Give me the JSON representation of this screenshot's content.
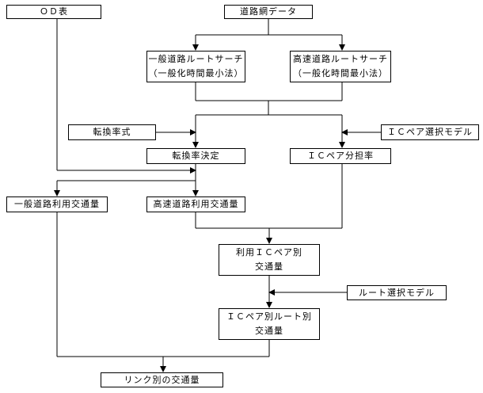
{
  "nodes": {
    "od_table": "ＯＤ表",
    "road_network": "道路網データ",
    "general_search_l1": "一般道路ルートサーチ",
    "general_search_l2": "（一般化時間最小法）",
    "highway_search_l1": "高速道路ルートサーチ",
    "highway_search_l2": "（一般化時間最小法）",
    "conversion_formula": "転換率式",
    "ic_pair_model": "ＩＣペア選択モデル",
    "conversion_decision": "転換率決定",
    "ic_pair_share": "ＩＣペア分担率",
    "general_traffic": "一般道路利用交通量",
    "highway_traffic": "高速道路利用交通量",
    "ic_pair_traffic_l1": "利用ＩＣペア別",
    "ic_pair_traffic_l2": "交通量",
    "route_model": "ルート選択モデル",
    "ic_route_traffic_l1": "ＩＣペア別ルート別",
    "ic_route_traffic_l2": "交通量",
    "link_traffic": "リンク別の交通量"
  }
}
